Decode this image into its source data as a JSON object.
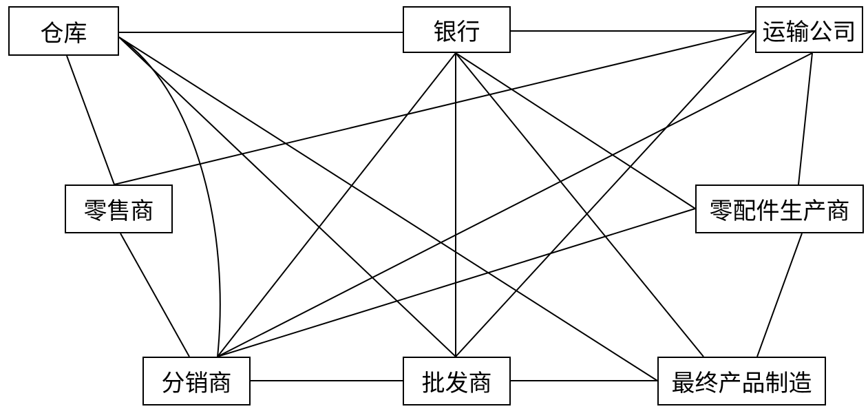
{
  "nodes": {
    "warehouse": "仓库",
    "bank": "银行",
    "transport": "运输公司",
    "retailer": "零售商",
    "parts": "零配件生产商",
    "distributor": "分销商",
    "wholesaler": "批发商",
    "final": "最终产品制造"
  },
  "edges": [
    [
      "warehouse",
      "bank"
    ],
    [
      "bank",
      "transport"
    ],
    [
      "warehouse",
      "retailer"
    ],
    [
      "warehouse",
      "distributor"
    ],
    [
      "warehouse",
      "wholesaler"
    ],
    [
      "warehouse",
      "final"
    ],
    [
      "bank",
      "distributor"
    ],
    [
      "bank",
      "wholesaler"
    ],
    [
      "bank",
      "parts"
    ],
    [
      "bank",
      "final"
    ],
    [
      "transport",
      "retailer"
    ],
    [
      "transport",
      "distributor"
    ],
    [
      "transport",
      "wholesaler"
    ],
    [
      "transport",
      "parts"
    ],
    [
      "retailer",
      "distributor"
    ],
    [
      "parts",
      "distributor"
    ],
    [
      "parts",
      "final"
    ],
    [
      "distributor",
      "wholesaler"
    ],
    [
      "wholesaler",
      "final"
    ]
  ],
  "colors": {
    "line": "#000000",
    "box_border": "#000000",
    "background": "#ffffff"
  }
}
